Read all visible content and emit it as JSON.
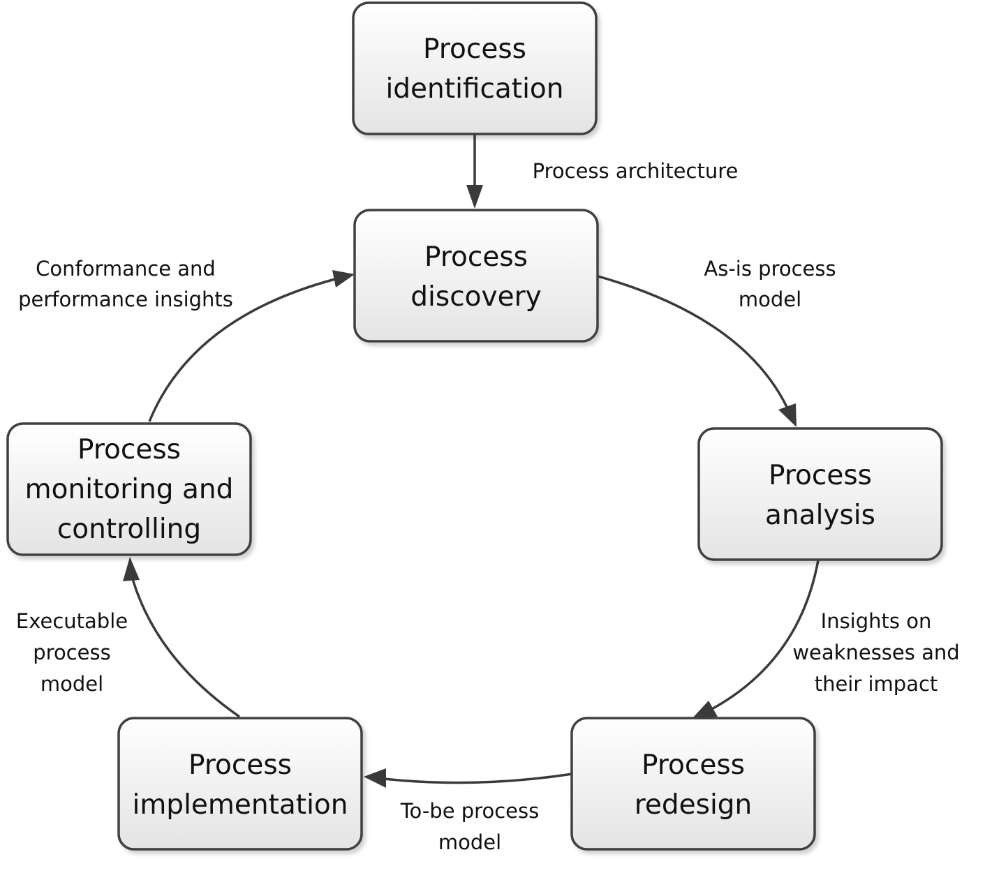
{
  "nodes": {
    "identification": [
      "Process",
      "identification"
    ],
    "discovery": [
      "Process",
      "discovery"
    ],
    "analysis": [
      "Process",
      "analysis"
    ],
    "redesign": [
      "Process",
      "redesign"
    ],
    "implementation": [
      "Process",
      "implementation"
    ],
    "monitoring": [
      "Process",
      "monitoring and",
      "controlling"
    ]
  },
  "edges": {
    "identification_to_discovery": [
      "Process architecture"
    ],
    "discovery_to_analysis": [
      "As-is process",
      "model"
    ],
    "analysis_to_redesign": [
      "Insights on",
      "weaknesses and",
      "their impact"
    ],
    "redesign_to_implementation": [
      "To-be process",
      "model"
    ],
    "implementation_to_monitoring": [
      "Executable",
      "process",
      "model"
    ],
    "monitoring_to_discovery": [
      "Conformance and",
      "performance insights"
    ]
  }
}
